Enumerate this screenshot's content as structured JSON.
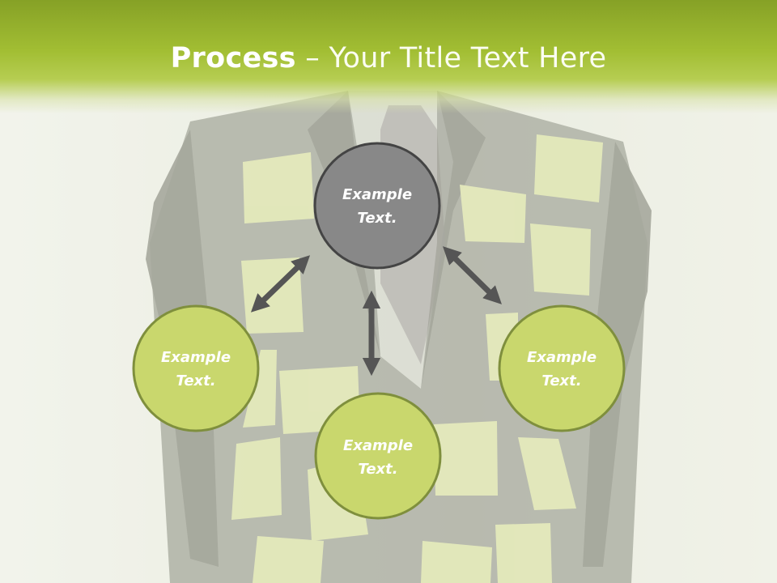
{
  "header": {
    "title_bold": "Process",
    "title_rest": " – Your Title Text Here"
  },
  "nodes": {
    "top": {
      "line1": "Example",
      "line2": "Text."
    },
    "left": {
      "line1": "Example",
      "line2": "Text."
    },
    "bottom": {
      "line1": "Example",
      "line2": "Text."
    },
    "right": {
      "line1": "Example",
      "line2": "Text."
    }
  },
  "colors": {
    "header_green": "#a2be33",
    "circle_green": "#c9d76d",
    "circle_border": "#7f8f3d",
    "circle_gray": "#888888",
    "arrow_gray": "#555555"
  }
}
